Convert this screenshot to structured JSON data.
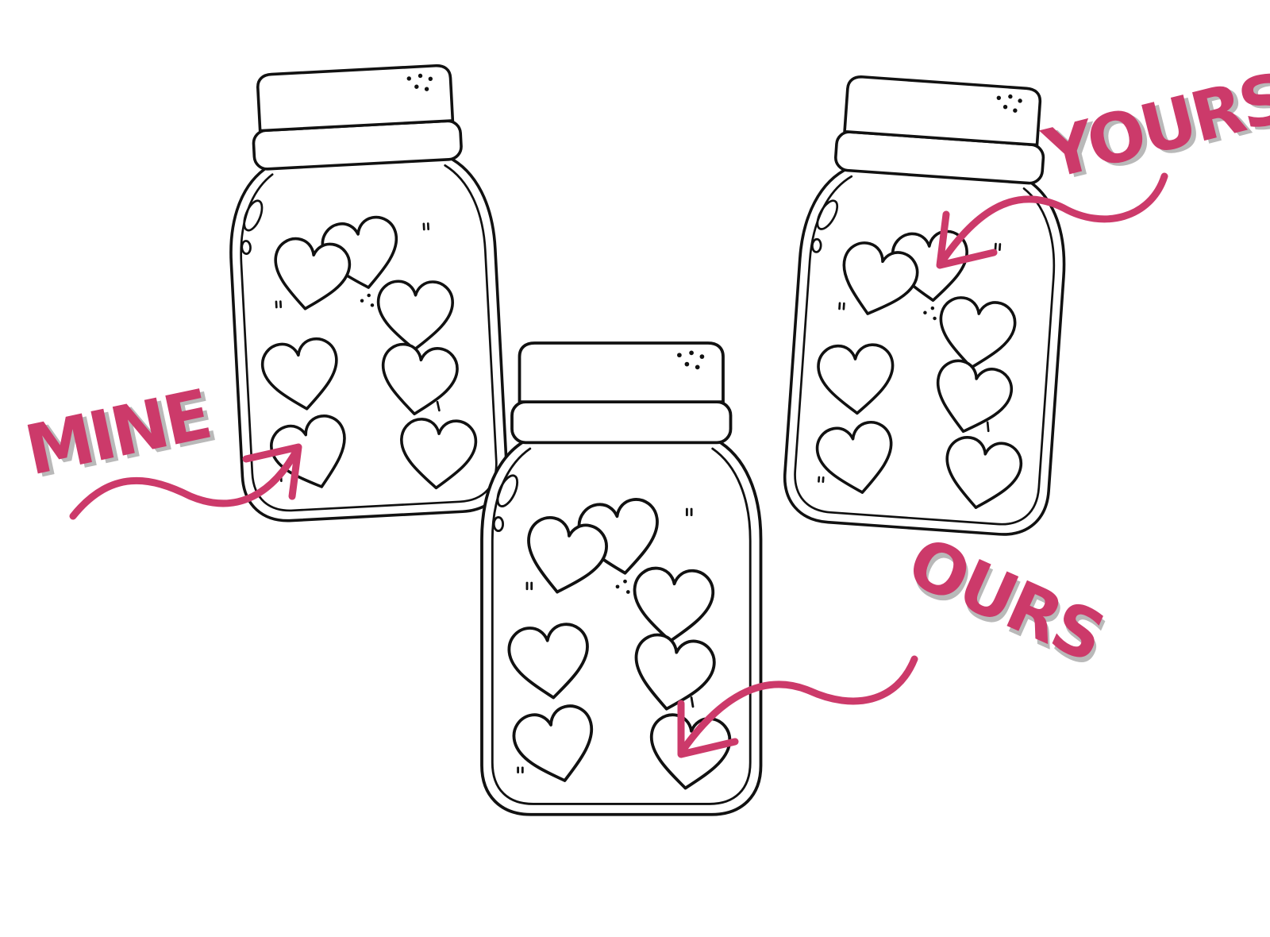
{
  "labels": {
    "mine": "MINE",
    "yours": "YOURS",
    "ours": "OURS"
  },
  "colors": {
    "accent": "#cc3a6a",
    "shadow": "#b9b9b9",
    "ink": "#111111",
    "background": "#ffffff"
  }
}
